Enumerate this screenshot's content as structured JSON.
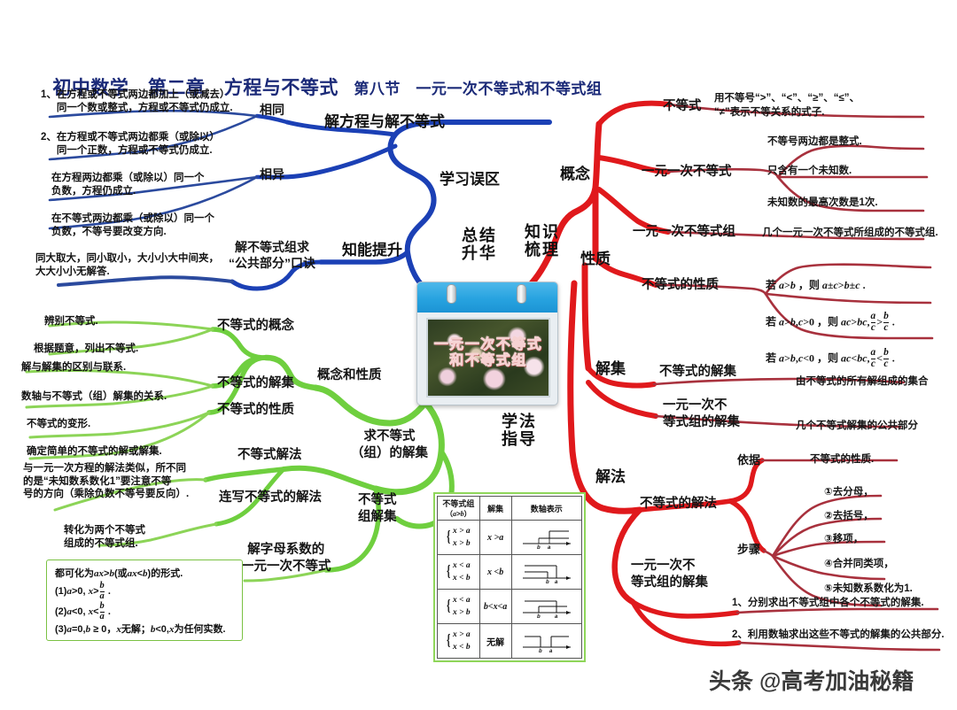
{
  "title": {
    "part1": "初中数学　第二章　方程与不等式",
    "part2": "第八节　一元一次不等式和不等式组",
    "color": "#1b2a78"
  },
  "center": {
    "card_title_line1": "一元一次不等式",
    "card_title_line2": "和不等式组",
    "left_label": "总结\n升华",
    "right_label": "知识\n梳理",
    "bottom_label": "学法\n指导"
  },
  "colors": {
    "blue_branch": "#1b40b5",
    "green_branch": "#6fcf3f",
    "red_branch": "#e0191c",
    "leaf_blue": "#2b4a9e",
    "leaf_green": "#8cd457",
    "leaf_red": "#a8313d",
    "title": "#1b2a78"
  },
  "blue_group": {
    "main": "学习误区",
    "node_upper": "解方程与解不等式",
    "node_lower": "知能提升",
    "sub_same": "相同",
    "sub_diff": "相异",
    "leaves_same": [
      "1、在方程或不等式两边都加上（或减去）\n　  同一个数或整式，方程或不等式仍成立.",
      "2、在方程或不等式两边都乘（或除以）\n　  同一个正数，方程或不等式仍成立."
    ],
    "leaves_diff": [
      "在方程两边都乘（或除以）同一个\n负数，方程仍成立.",
      "在不等式两边都乘（或除以）同一个\n负数，不等号要改变方向."
    ],
    "skill_node": "解不等式组求\n“公共部分”口诀",
    "skill_leaf": "同大取大，同小取小，大小小大中间夹，\n大大小小无解答."
  },
  "green_group": {
    "main_upper": "概念和性质",
    "main_lower": "求不等式\n（组）的解集",
    "main_table": "不等式\n组解集",
    "nodes": [
      "不等式的概念",
      "不等式的解集",
      "不等式的性质",
      "不等式解法",
      "连写不等式的解法",
      "解字母系数的\n一元一次不等式"
    ],
    "leaves_concept": [
      "辨别不等式.",
      "根据题意，列出不等式."
    ],
    "leaves_solution": [
      "解与解集的区别与联系.",
      "数轴与不等式（组）解集的关系."
    ],
    "leaves_property": [
      "不等式的变形.",
      "确定简单的不等式的解或解集."
    ],
    "leaf_method": "与一元一次方程的解法类似，所不同\n的是“未知数系数化1”要注意不等\n号的方向（乘除负数不等号要反向）.",
    "leaf_chain": "转化为两个不等式\n组成的不等式组.",
    "formula_box": {
      "line0": "都可化为ax>b(或ax<b)的形式.",
      "line1_pre": "(1)a>0, x>",
      "line1_frac_num": "b",
      "line1_frac_den": "a",
      "line1_post": " .",
      "line2_pre": "(2)a<0, x<",
      "line2_frac_num": "b",
      "line2_frac_den": "a",
      "line2_post": " .",
      "line3": "(3)a=0, b ≥ 0，x无解；b<0,x为任何实数."
    }
  },
  "red_group": {
    "mains": [
      "概念",
      "性质",
      "解集",
      "解法"
    ],
    "concept": {
      "nodes": [
        "不等式",
        "一元一次不等式",
        "一元一次不等式组"
      ],
      "leaf_inequality": "用不等号“>”、“<”、“≥”、“≤”、\n“≠”表示不等关系的式子.",
      "leaves_linear": [
        "不等号两边都是整式.",
        "只含有一个未知数.",
        "未知数的最高次数是1次."
      ],
      "leaf_system": "几个一元一次不等式所组成的不等式组."
    },
    "property": {
      "node": "不等式的性质",
      "leaf1": "若 a>b ，则 a±c>b±c .",
      "leaf2_pre": "若 a>b,c>0 ，则 ac>bc,",
      "leaf2_mid": ">",
      "leaf2_post": " .",
      "leaf3_pre": "若 a>b,c<0 ，则 ac<bc,",
      "leaf3_mid": "<",
      "leaf3_post": " ."
    },
    "solution_set": {
      "nodes": [
        "不等式的解集",
        "一元一次不\n等式组的解集"
      ],
      "leaves": [
        "由不等式的所有解组成的集合",
        "几个不等式解集的公共部分"
      ]
    },
    "method": {
      "nodes": [
        "不等式的解法",
        "一元一次不\n等式组的解集"
      ],
      "basis_label": "依据",
      "basis_leaf": "不等式的性质.",
      "steps_label": "步骤",
      "steps": [
        "①去分母，",
        "②去括号，",
        "③移项，",
        "④合并同类项，",
        "⑤未知数系数化为1."
      ],
      "system_leaves": [
        "1、分别求出不等式组中各个不等式的解集.",
        "2、利用数轴求出这些不等式的解集的公共部分."
      ]
    }
  },
  "table": {
    "headers": [
      "不等式组\n（a>b）",
      "解集",
      "数轴表示"
    ],
    "rows": [
      {
        "system": [
          "x > a",
          "x > b"
        ],
        "solution": "x >a",
        "axis": "right-right"
      },
      {
        "system": [
          "x < a",
          "x < b"
        ],
        "solution": "x <b",
        "axis": "left-left"
      },
      {
        "system": [
          "x < a",
          "x > b"
        ],
        "solution": "b<x<a",
        "axis": "between"
      },
      {
        "system": [
          "x > a",
          "x < b"
        ],
        "solution": "无解",
        "axis": "none"
      }
    ],
    "axis_ticks": [
      "b",
      "a"
    ]
  },
  "watermark": "头条 @高考加油秘籍"
}
